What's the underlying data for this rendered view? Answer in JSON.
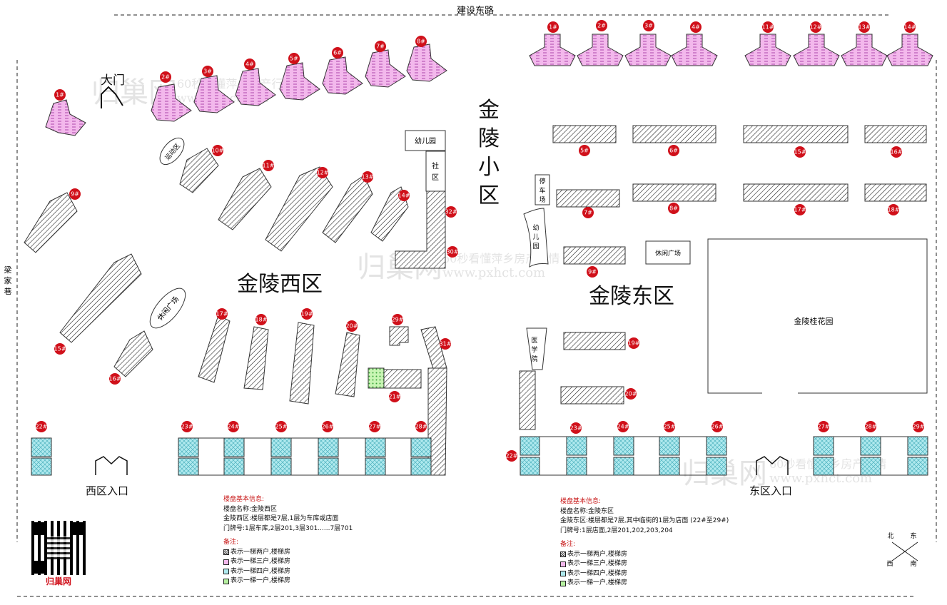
{
  "roads": {
    "north": "建设东路",
    "west": "梁家巷"
  },
  "titles": {
    "complex": "金陵小区",
    "west_area": "金陵西区",
    "east_area": "金陵东区",
    "garden": "金陵桂花园"
  },
  "facilities": {
    "gate": "大门",
    "sports": "运动区",
    "leisure_west": "休闲广场",
    "kindergarten_top": "幼儿园",
    "community": "社区",
    "parking": "停车场",
    "kindergarten_east": "幼儿园",
    "leisure_east": "休闲广场",
    "hospital": "医学院",
    "west_entrance": "西区入口",
    "east_entrance": "东区入口"
  },
  "compass": {
    "north": "北",
    "east": "东",
    "west": "西",
    "south": "南"
  },
  "west_info": {
    "title": "楼盘基本信息:",
    "line1": "楼盘名称:金陵西区",
    "line2": "金陵西区:楼层都是7层,1层为车库或店面",
    "line3": "门牌号:1层车库,2层201,3层301......7层701",
    "notes_title": "备注:",
    "note_two": "表示一梯两户,楼梯房",
    "note_three": "表示一梯三户,楼梯房",
    "note_four": "表示一梯四户,楼梯房",
    "note_one": "表示一梯一户,楼梯房"
  },
  "east_info": {
    "title": "楼盘基本信息:",
    "line1": "楼盘名称:金陵东区",
    "line2": "金陵东区:楼层都是7层,其中临街的1层为店面 (22#至29#)",
    "line3": "门牌号:1层店面,2层201,202,203,204",
    "notes_title": "备注:",
    "note_two": "表示一梯两户,楼梯房",
    "note_three": "表示一梯三户,楼梯房",
    "note_four": "表示一梯四户,楼梯房",
    "note_one": "表示一梯一户,楼梯房"
  },
  "watermark": {
    "brand": "归巢网",
    "slogan": "60秒看懂萍乡房产行情",
    "url": "www.pxhct.com"
  },
  "qr_label": "归巢网",
  "colors": {
    "badge": "#d0101a",
    "three_unit": "#f3b8ec",
    "four_unit": "#aee9ee",
    "one_unit": "#b6f0a0",
    "unit_number": "#1a1ab0"
  },
  "buildings": {
    "west": [
      "1#",
      "2#",
      "3#",
      "4#",
      "5#",
      "6#",
      "7#",
      "8#",
      "9#",
      "10#",
      "11#",
      "12#",
      "13#",
      "14#",
      "15#",
      "16#",
      "17#",
      "18#",
      "19#",
      "20#",
      "21#",
      "22#",
      "23#",
      "24#",
      "25#",
      "26#",
      "27#",
      "28#",
      "29#",
      "30#",
      "31#",
      "32#"
    ],
    "east": [
      "1#",
      "2#",
      "3#",
      "4#",
      "11#",
      "12#",
      "13#",
      "14#",
      "5#",
      "6#",
      "15#",
      "16#",
      "7#",
      "8#",
      "17#",
      "18#",
      "9#",
      "19#",
      "20#",
      "22#",
      "23#",
      "24#",
      "25#",
      "26#",
      "27#",
      "28#",
      "29#"
    ]
  }
}
